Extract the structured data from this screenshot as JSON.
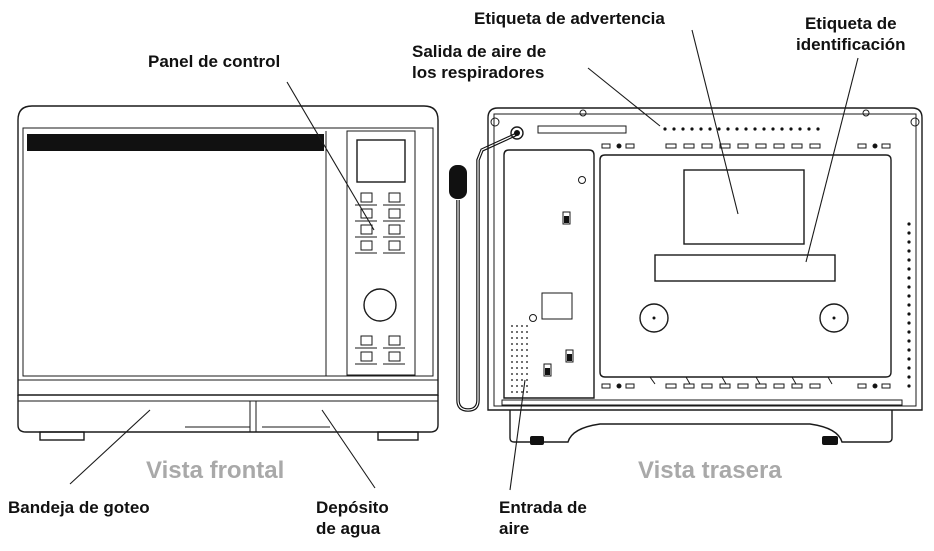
{
  "labels": {
    "panel_de_control": "Panel de control",
    "salida_aire": [
      "Salida de aire de",
      "los respiradores"
    ],
    "etiqueta_advertencia": "Etiqueta de advertencia",
    "etiqueta_identificacion": [
      "Etiqueta de",
      "identificación"
    ],
    "bandeja_goteo": "Bandeja de goteo",
    "deposito_agua": [
      "Depósito",
      "de agua"
    ],
    "entrada_aire": [
      "Entrada de",
      "aire"
    ]
  },
  "views": {
    "front": "Vista frontal",
    "rear": "Vista trasera"
  },
  "colors": {
    "line": "#1a1a1a",
    "view_caption": "#a9a9a9",
    "label": "#111111"
  }
}
